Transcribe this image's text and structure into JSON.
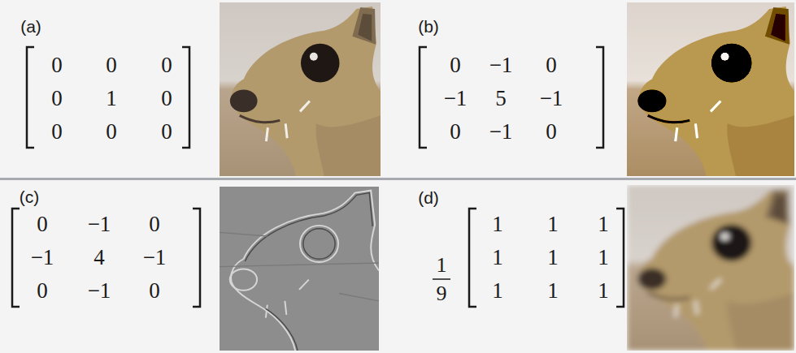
{
  "diagram": {
    "labels": [
      "(a)",
      "0",
      "0",
      "0",
      "0",
      "1",
      "0",
      "0",
      "0",
      "0",
      "(b)",
      "0",
      "−1",
      "0",
      "−1",
      "5",
      "−1",
      "0",
      "−1",
      "0",
      "(c)",
      "0",
      "−1",
      "0",
      "−1",
      "4",
      "−1",
      "0",
      "−1",
      "0",
      "(d)",
      "1",
      "9",
      "1",
      "1",
      "1",
      "1",
      "1",
      "1",
      "1",
      "1",
      "1"
    ]
  }
}
